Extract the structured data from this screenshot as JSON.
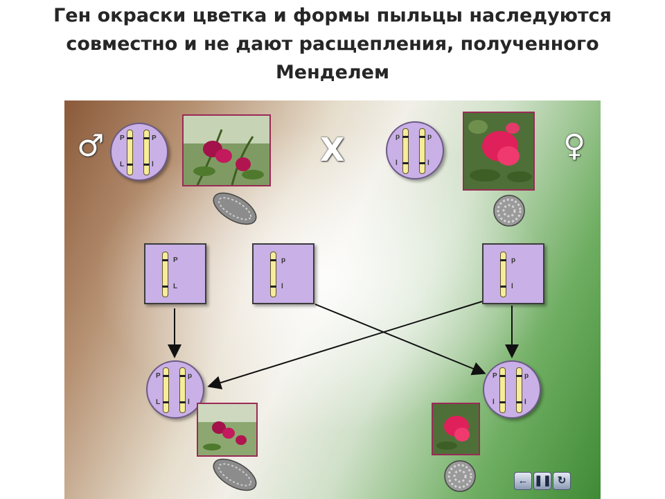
{
  "slide": {
    "title": "Ген окраски цветка и формы пыльцы наследуются совместно и не дают расщепления, полученного Менделем",
    "symbols": {
      "male": "♂",
      "female": "♀",
      "cross": "X"
    }
  },
  "parents": {
    "male": {
      "left_chromosome": [
        "P",
        "L"
      ],
      "right_chromosome": [
        "P",
        "l"
      ]
    },
    "female": {
      "left_chromosome": [
        "p",
        "l"
      ],
      "right_chromosome": [
        "p",
        "l"
      ]
    }
  },
  "gametes": [
    {
      "labels": [
        "P",
        "L"
      ]
    },
    {
      "labels": [
        "p",
        "l"
      ]
    },
    {
      "labels": [
        "p",
        "l"
      ]
    }
  ],
  "offspring": {
    "left": {
      "left_chromosome": [
        "P",
        "L"
      ],
      "right_chromosome": [
        "p",
        "l"
      ]
    },
    "right": {
      "left_chromosome": [
        "P",
        "l"
      ],
      "right_chromosome": [
        "p",
        "l"
      ]
    }
  },
  "controls": {
    "back": "back-icon",
    "pause": "pause-icon",
    "replay": "replay-icon"
  }
}
